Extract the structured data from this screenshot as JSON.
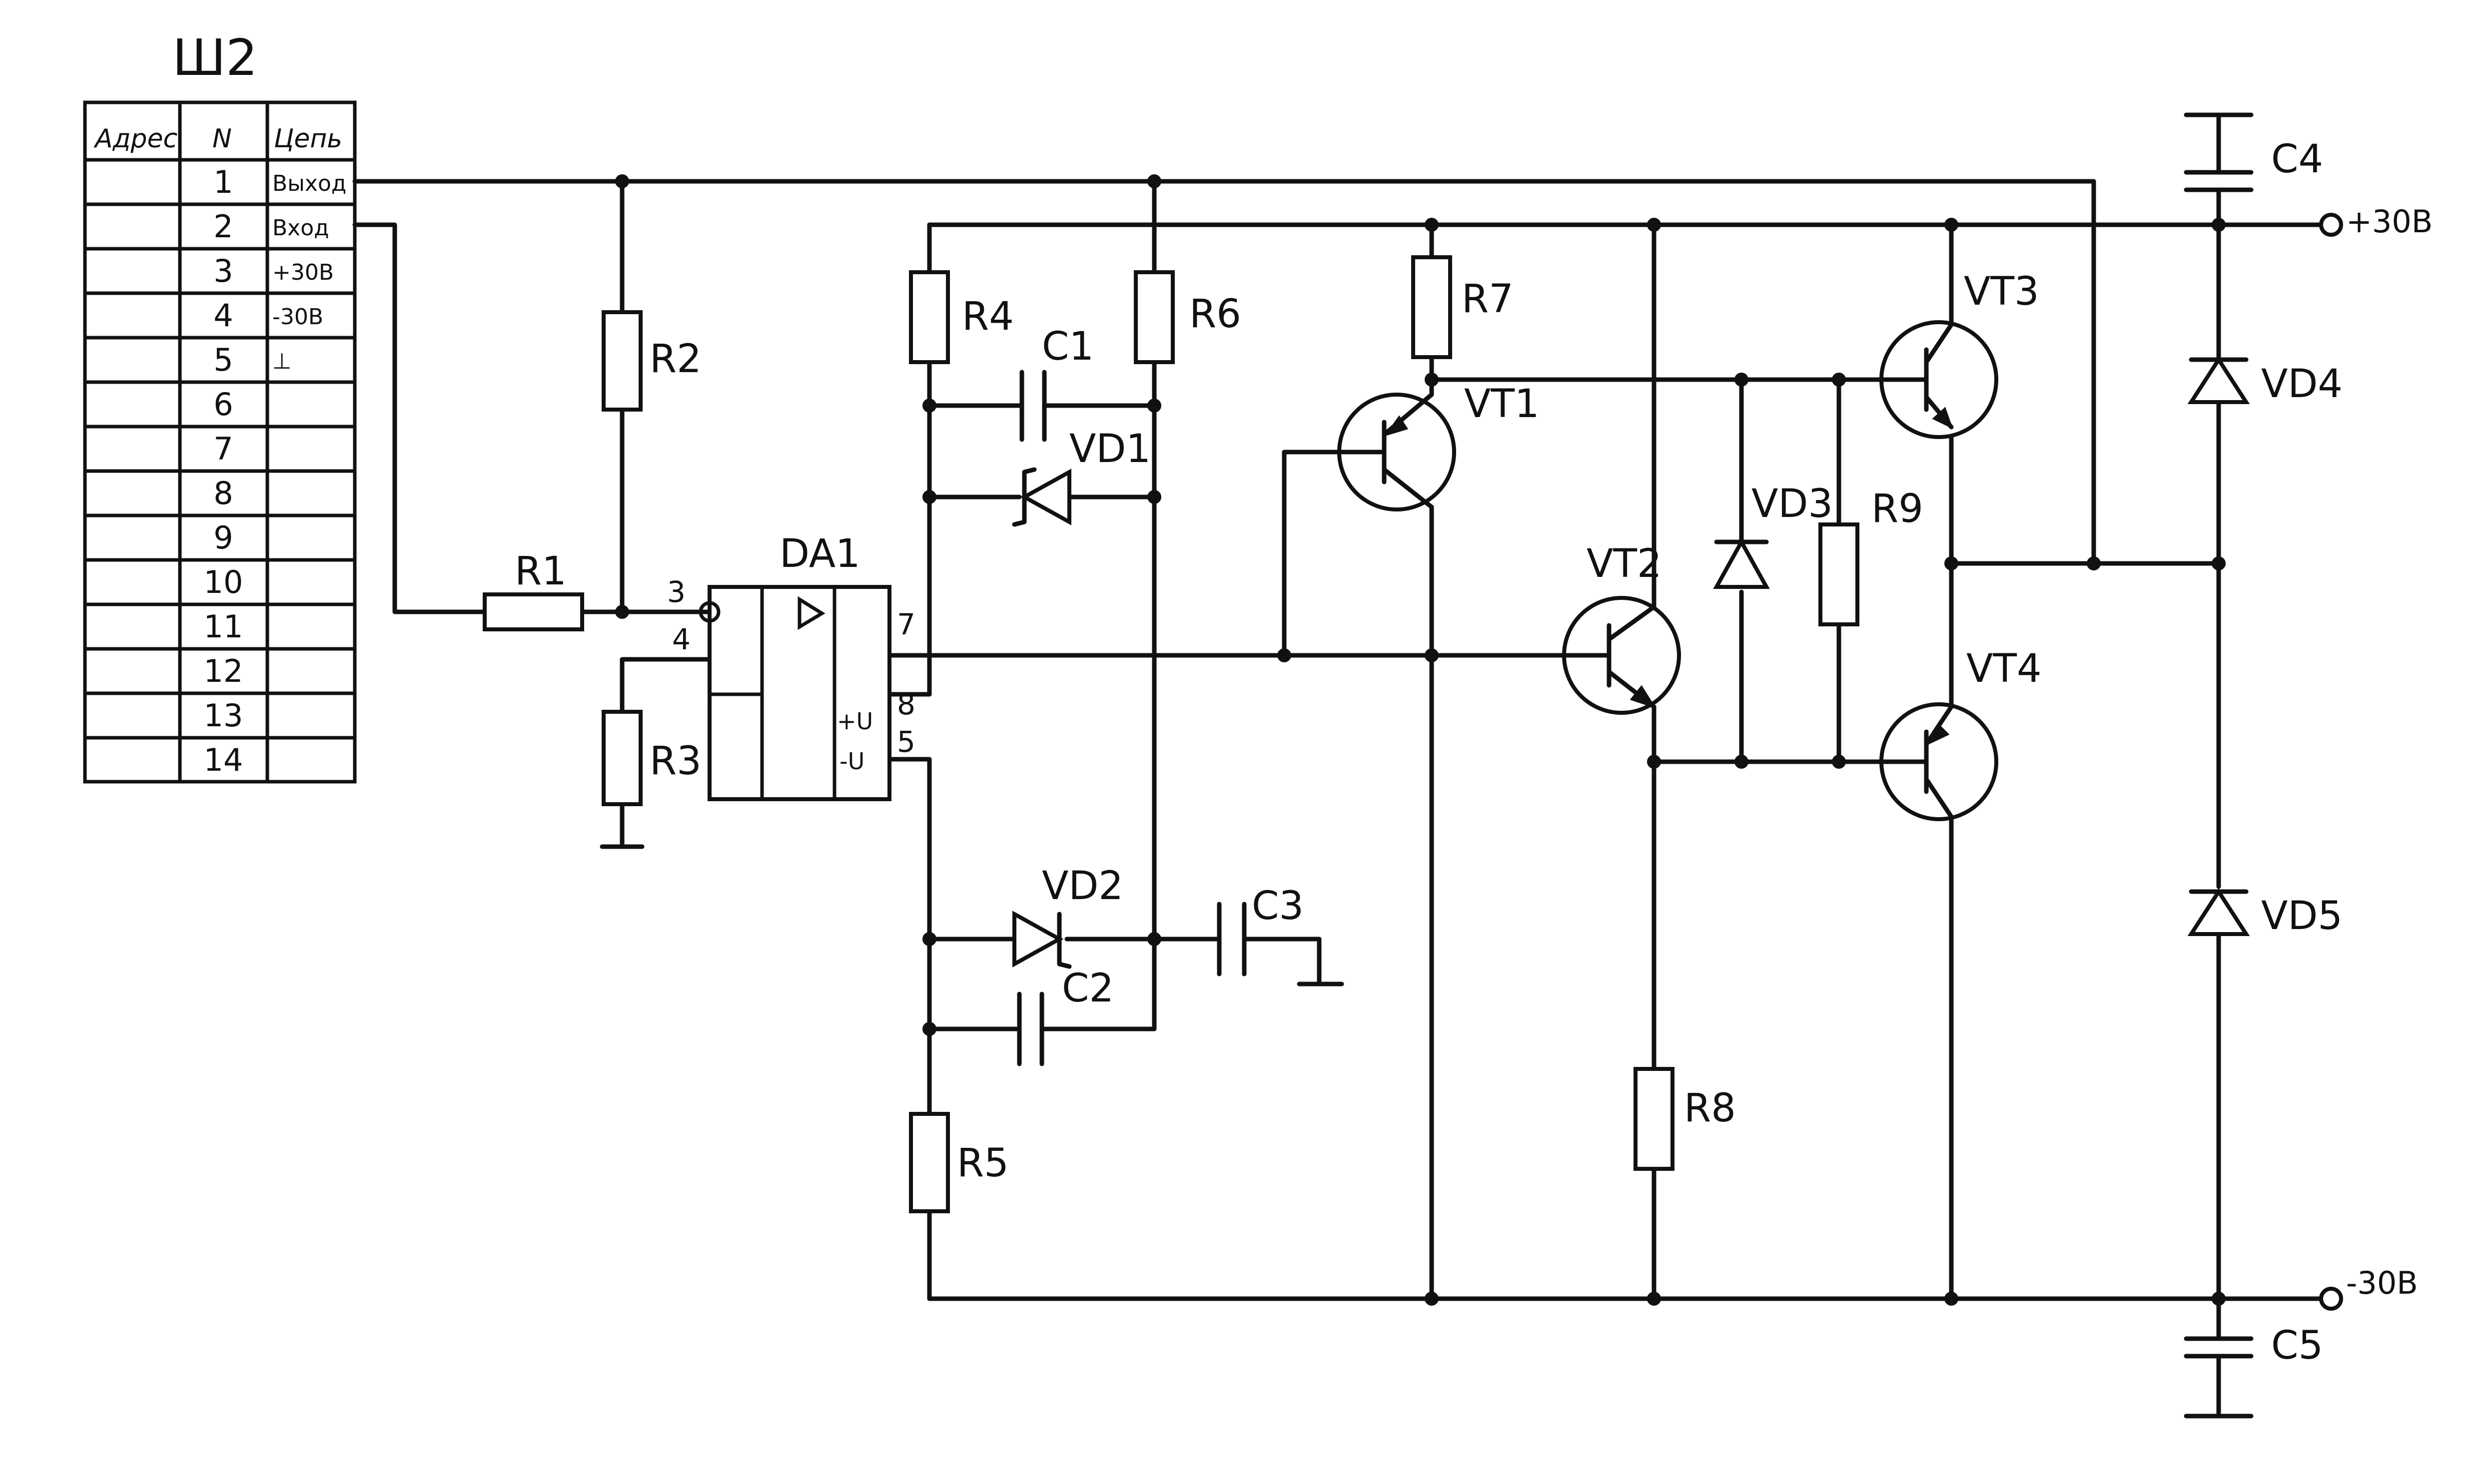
{
  "connector": {
    "title": "Ш2",
    "headers": {
      "addr": "Адрес",
      "num": "N",
      "circuit": "Цепь"
    },
    "rows": [
      {
        "n": "1",
        "circuit": "Выход"
      },
      {
        "n": "2",
        "circuit": "Вход"
      },
      {
        "n": "3",
        "circuit": "+30В"
      },
      {
        "n": "4",
        "circuit": "-30В"
      },
      {
        "n": "5",
        "circuit": "⊥"
      },
      {
        "n": "6",
        "circuit": ""
      },
      {
        "n": "7",
        "circuit": ""
      },
      {
        "n": "8",
        "circuit": ""
      },
      {
        "n": "9",
        "circuit": ""
      },
      {
        "n": "10",
        "circuit": ""
      },
      {
        "n": "11",
        "circuit": ""
      },
      {
        "n": "12",
        "circuit": ""
      },
      {
        "n": "13",
        "circuit": ""
      },
      {
        "n": "14",
        "circuit": ""
      }
    ]
  },
  "components": {
    "R1": "R1",
    "R2": "R2",
    "R3": "R3",
    "R4": "R4",
    "R5": "R5",
    "R6": "R6",
    "R7": "R7",
    "R8": "R8",
    "R9": "R9",
    "C1": "C1",
    "C2": "C2",
    "C3": "C3",
    "C4": "C4",
    "C5": "C5",
    "VD1": "VD1",
    "VD2": "VD2",
    "VD3": "VD3",
    "VD4": "VD4",
    "VD5": "VD5",
    "VT1": "VT1",
    "VT2": "VT2",
    "VT3": "VT3",
    "VT4": "VT4",
    "DA1": "DA1"
  },
  "opamp_pins": {
    "p3": "3",
    "p4": "4",
    "p7": "7",
    "p8": "8",
    "p5": "5",
    "pos_supply": "+U",
    "neg_supply": "-U"
  },
  "terminals": {
    "vplus": "+30В",
    "vminus": "-30В"
  }
}
